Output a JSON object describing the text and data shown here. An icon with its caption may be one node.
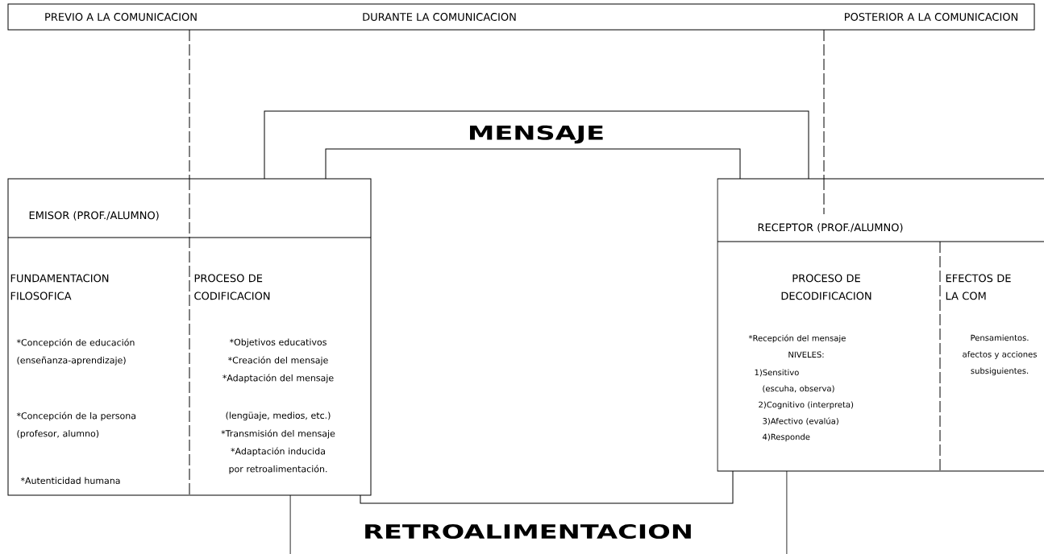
{
  "diagram": {
    "nodes": [
      {
        "text": [
          "PREVIO A LA COMUNICACION",
          "DURANTE LA COMUNICACION",
          "POSTERIOR A LA COMUNICACION"
        ]
      },
      {
        "text": [
          "MENSAJE"
        ]
      },
      {
        "text": [],
        "shape": "box"
      },
      {
        "text": [
          "EMISOR (PROF./ALUMNO)",
          "FUNDAMENTACION FILOSOFICA",
          "PROCESO DE CODIFICACION",
          "*Concepción de educación (enseñanza-aprendizaje)",
          "*Concepción de la persona (profesor, alumno)",
          "*Autenticidad humana",
          "*Objetivos educativos",
          "*Creación del mensaje",
          "*Adaptación del mensaje",
          "(lengüaje, medios, etc.)",
          "*Transmisión del mensaje",
          "*Adaptación inducida por retroalimentación."
        ]
      },
      {
        "text": [
          "RECEPTOR (PROF./ALUMNO)",
          "PROCESO DE DECODIFICACION",
          "EFECTOS DE LA COM",
          "*Recepción del mensaje",
          "NIVELES:",
          "1)Sensitivo",
          "(escuha, observa)",
          "2)Cognitivo (interpreta)",
          "3)Afectivo (evalúa)",
          "4)Responde",
          "Pensamientos. afectos y acciones subsiguientes."
        ]
      },
      {
        "text": [
          "RETROALIMENTACION"
        ]
      }
    ],
    "edges": [
      {
        "from": 0,
        "to": 3,
        "arrow": "none",
        "style": "dashed"
      },
      {
        "from": 0,
        "to": 4,
        "arrow": "none",
        "style": "dashed"
      }
    ]
  }
}
